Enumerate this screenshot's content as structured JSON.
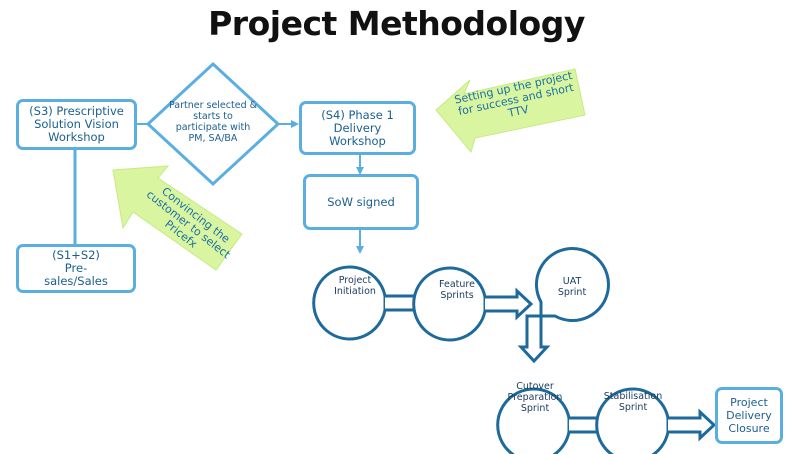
{
  "title": "Project Methodology",
  "boxes": {
    "s3": "(S3) Prescriptive Solution Vision Workshop",
    "s12": "(S1+S2) Pre-sales/Sales",
    "s4": "(S4) Phase 1 Delivery Workshop",
    "sow": "SoW signed",
    "closure": "Project Delivery Closure"
  },
  "decision": "Partner selected & starts to participate with PM, SA/BA",
  "sprints": {
    "initiation": "Project Initiation",
    "feature": "Feature Sprints",
    "uat": "UAT Sprint",
    "cutover": "Cutover Preparation Sprint",
    "stabilisation": "Stabilisation Sprint"
  },
  "callouts": {
    "top": "Setting up the project for success and short TTV",
    "left": "Convincing the customer to select Pricefx"
  },
  "colors": {
    "box_border": "#5aaee0",
    "box_text": "#1a5f8f",
    "flow_line": "#1e6a9a",
    "callout_fill": "#d9f5a0",
    "callout_text": "#1a6fa8"
  }
}
